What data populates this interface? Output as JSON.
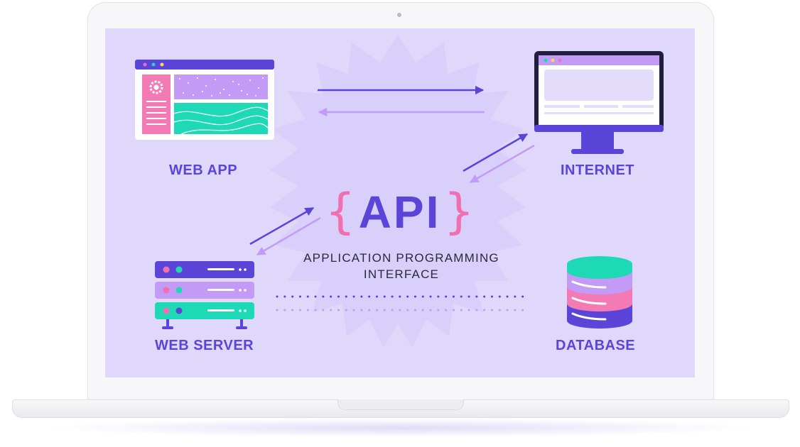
{
  "nodes": {
    "web_app": "WEB APP",
    "internet": "INTERNET",
    "web_server": "WEB SERVER",
    "database": "DATABASE"
  },
  "api": {
    "open_brace": "{",
    "word": "API",
    "close_brace": "}",
    "subtitle_line1": "APPLICATION PROGRAMMING",
    "subtitle_line2": "INTERFACE"
  },
  "colors": {
    "primary": "#5b45d8",
    "secondary": "#c39bf6",
    "pink": "#f06fae",
    "teal": "#1dd9b6",
    "screen_bg": "#e0d8fb"
  },
  "icons": [
    "web-app-window-icon",
    "monitor-icon",
    "server-rack-icon",
    "database-icon"
  ]
}
